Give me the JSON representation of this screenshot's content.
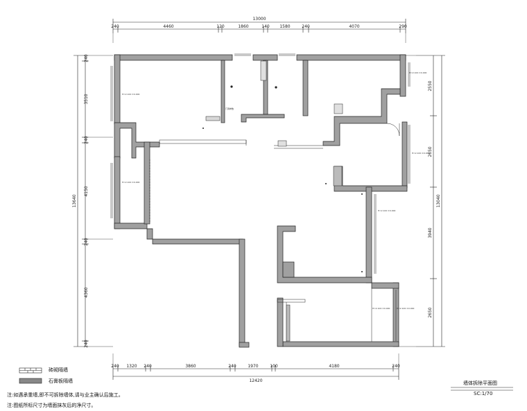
{
  "dimensions": {
    "top_total": "13000",
    "top_segments": [
      "240",
      "4460",
      "120",
      "1860",
      "140",
      "1580",
      "240",
      "4070",
      "290"
    ],
    "bottom_total": "12420",
    "bottom_segments": [
      "240",
      "1320",
      "240",
      "3860",
      "240",
      "1970",
      "100",
      "4180",
      "240"
    ],
    "left_total": "13640",
    "left_segments": [
      "240",
      "3510",
      "240",
      "4150",
      "240",
      "4360",
      "240"
    ],
    "right_total": "13040",
    "right_segments": [
      "2550",
      "2650",
      "3940",
      "2650"
    ]
  },
  "room_labels": {
    "label_a": "门洞参数",
    "tiny_notes": [
      "H=2.100 ±0.000",
      "H=2.100 ±0.000",
      "H=2.100 ±0.000",
      "H=2.100 ±0.000",
      "H=2.100 ±0.000",
      "H=2.100 ±0.000",
      "H=2.100 ±0.000"
    ]
  },
  "legend": {
    "brick_label": "砖砌隔墙",
    "gypsum_label": "石膏板隔墙"
  },
  "notes": {
    "line1": "注:如遇承重墙,即不可拆除墙体,请与业主确认后施工。",
    "line2": "注:图纸所标尺寸为墙面抹灰后的净尺寸。"
  },
  "title_block": {
    "title": "墙体拆除平面图",
    "scale": "SC:1/70"
  },
  "colors": {
    "wall": "#a0a0a0",
    "line": "#222222"
  }
}
